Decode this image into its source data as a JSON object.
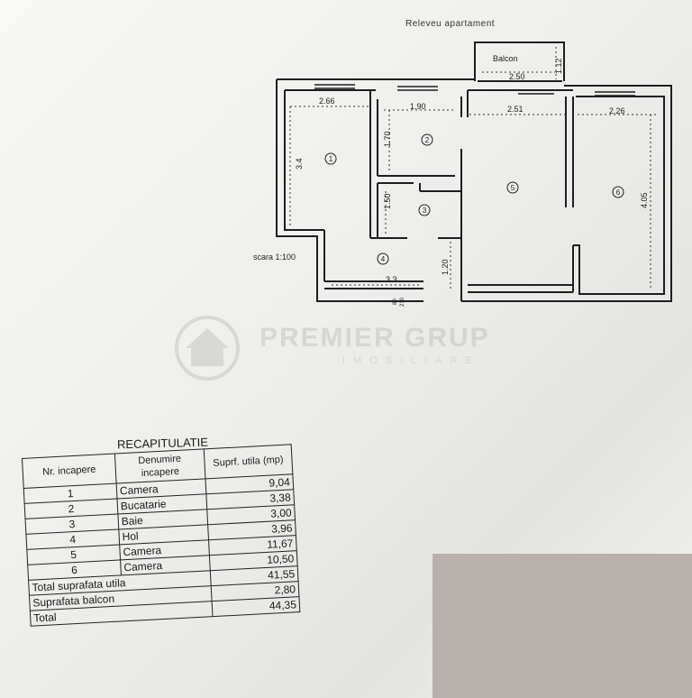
{
  "document": {
    "title": "Releveu    apartament",
    "scale_label": "scara 1:100",
    "balcony_label": "Balcon",
    "dimensions": {
      "balcony_width": "2.50",
      "balcony_depth": "1.12",
      "room1_width": "2.66",
      "room1_height": "3.4",
      "room2_width": "1.90",
      "room2_height": "1.70",
      "room3_height": "1.50",
      "room5_width": "2.51",
      "room6_width": "2.26",
      "room6_height": "4.05",
      "hall_width": "3.3",
      "hall_height": "1.20",
      "door_label_top": "80",
      "door_label_bottom": "210"
    },
    "room_markers": [
      "1",
      "2",
      "3",
      "4",
      "5",
      "6"
    ]
  },
  "watermark": {
    "brand": "PREMIER GRUP",
    "sub": "IMOBILIARE"
  },
  "recap": {
    "heading": "RECAPITULATIE",
    "headers": {
      "nr": "Nr. incapere",
      "name": "Denumire incapere",
      "area": "Suprf. utila (mp)"
    },
    "rows": [
      {
        "nr": "1",
        "name": "Camera",
        "area": "9,04"
      },
      {
        "nr": "2",
        "name": "Bucatarie",
        "area": "3,38"
      },
      {
        "nr": "3",
        "name": "Baie",
        "area": "3,00"
      },
      {
        "nr": "4",
        "name": "Hol",
        "area": "3,96"
      },
      {
        "nr": "5",
        "name": "Camera",
        "area": "11,67"
      },
      {
        "nr": "6",
        "name": "Camera",
        "area": "10,50"
      }
    ],
    "totals": [
      {
        "label": "Total suprafata utila",
        "value": "41,55"
      },
      {
        "label": "Suprafata balcon",
        "value": "2,80"
      },
      {
        "label": "Total",
        "value": "44,35"
      }
    ]
  }
}
